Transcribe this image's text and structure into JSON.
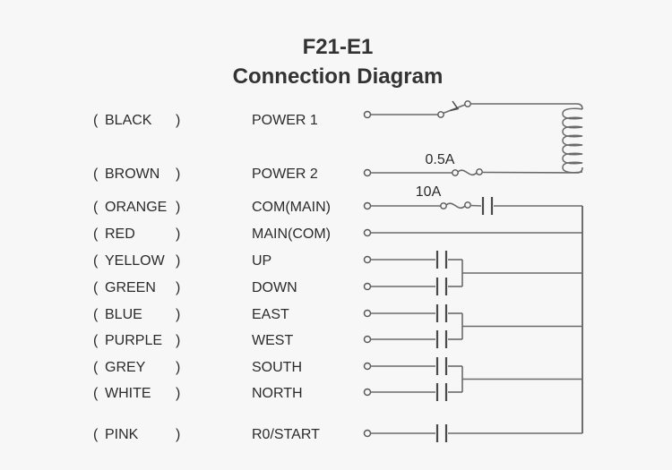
{
  "page": {
    "background_color": "#f7f7f7",
    "line_color": "#6a6a6a",
    "text_color": "#2b2b2b",
    "title_color": "#333333"
  },
  "title": {
    "line1": "F21-E1",
    "line2": "Connection Diagram"
  },
  "punctuation": {
    "paren_open": "(",
    "paren_close": ")"
  },
  "rows": [
    {
      "color": "BLACK",
      "function": "POWER 1",
      "symbol": "switch",
      "rating": ""
    },
    {
      "color": "BROWN",
      "function": "POWER 2",
      "symbol": "fuse",
      "rating": "0.5A"
    },
    {
      "color": "ORANGE",
      "function": "COM(MAIN)",
      "symbol": "fuse-contact",
      "rating": "10A"
    },
    {
      "color": "RED",
      "function": "MAIN(COM)",
      "symbol": "plain",
      "rating": ""
    },
    {
      "color": "YELLOW",
      "function": "UP",
      "symbol": "contact",
      "rating": ""
    },
    {
      "color": "GREEN",
      "function": "DOWN",
      "symbol": "contact",
      "rating": ""
    },
    {
      "color": "BLUE",
      "function": "EAST",
      "symbol": "contact",
      "rating": ""
    },
    {
      "color": "PURPLE",
      "function": "WEST",
      "symbol": "contact",
      "rating": ""
    },
    {
      "color": "GREY",
      "function": "SOUTH",
      "symbol": "contact",
      "rating": ""
    },
    {
      "color": "WHITE",
      "function": "NORTH",
      "symbol": "contact",
      "rating": ""
    },
    {
      "color": "PINK",
      "function": "R0/START",
      "symbol": "contact",
      "rating": ""
    }
  ],
  "ratings": {
    "power2_fuse": "0.5A",
    "main_fuse": "10A"
  },
  "components": {
    "coil_label": "coil",
    "switch_label": "switch",
    "fuse_label": "fuse"
  }
}
